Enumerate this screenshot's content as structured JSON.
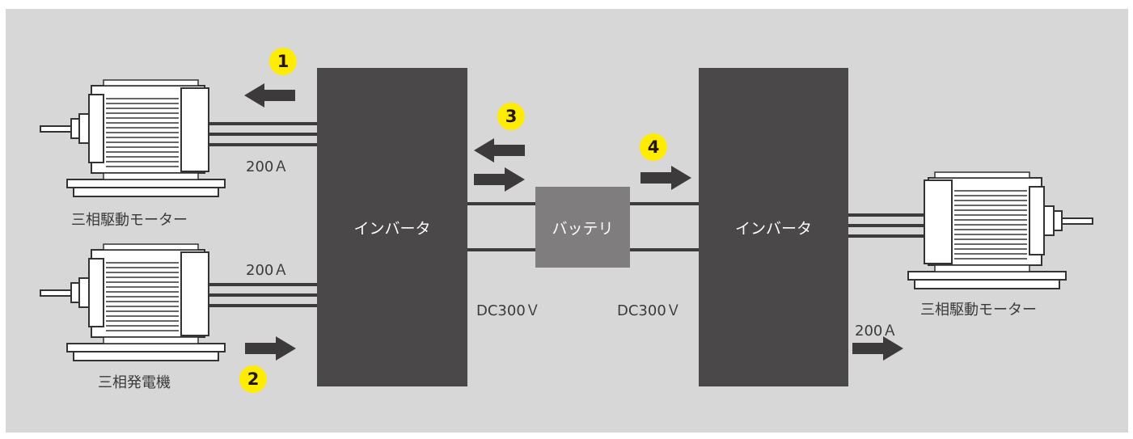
{
  "inverters": [
    {
      "label": "インバータ"
    },
    {
      "label": "インバータ"
    }
  ],
  "battery": {
    "label": "バッテリ"
  },
  "machines": [
    {
      "label": "三相駆動モーター"
    },
    {
      "label": "三相発電機"
    },
    {
      "label": "三相駆動モーター"
    }
  ],
  "currents": [
    "200Ａ",
    "200Ａ",
    "200Ａ"
  ],
  "voltages": [
    "DC300Ｖ",
    "DC300Ｖ"
  ],
  "steps": [
    "1",
    "2",
    "3",
    "4"
  ],
  "colors": {
    "background": "#d7d7d7",
    "inverter": "#4a4849",
    "battery": "#7f7d7e",
    "arrow": "#3d3a3b",
    "badge": "#ffec00"
  }
}
